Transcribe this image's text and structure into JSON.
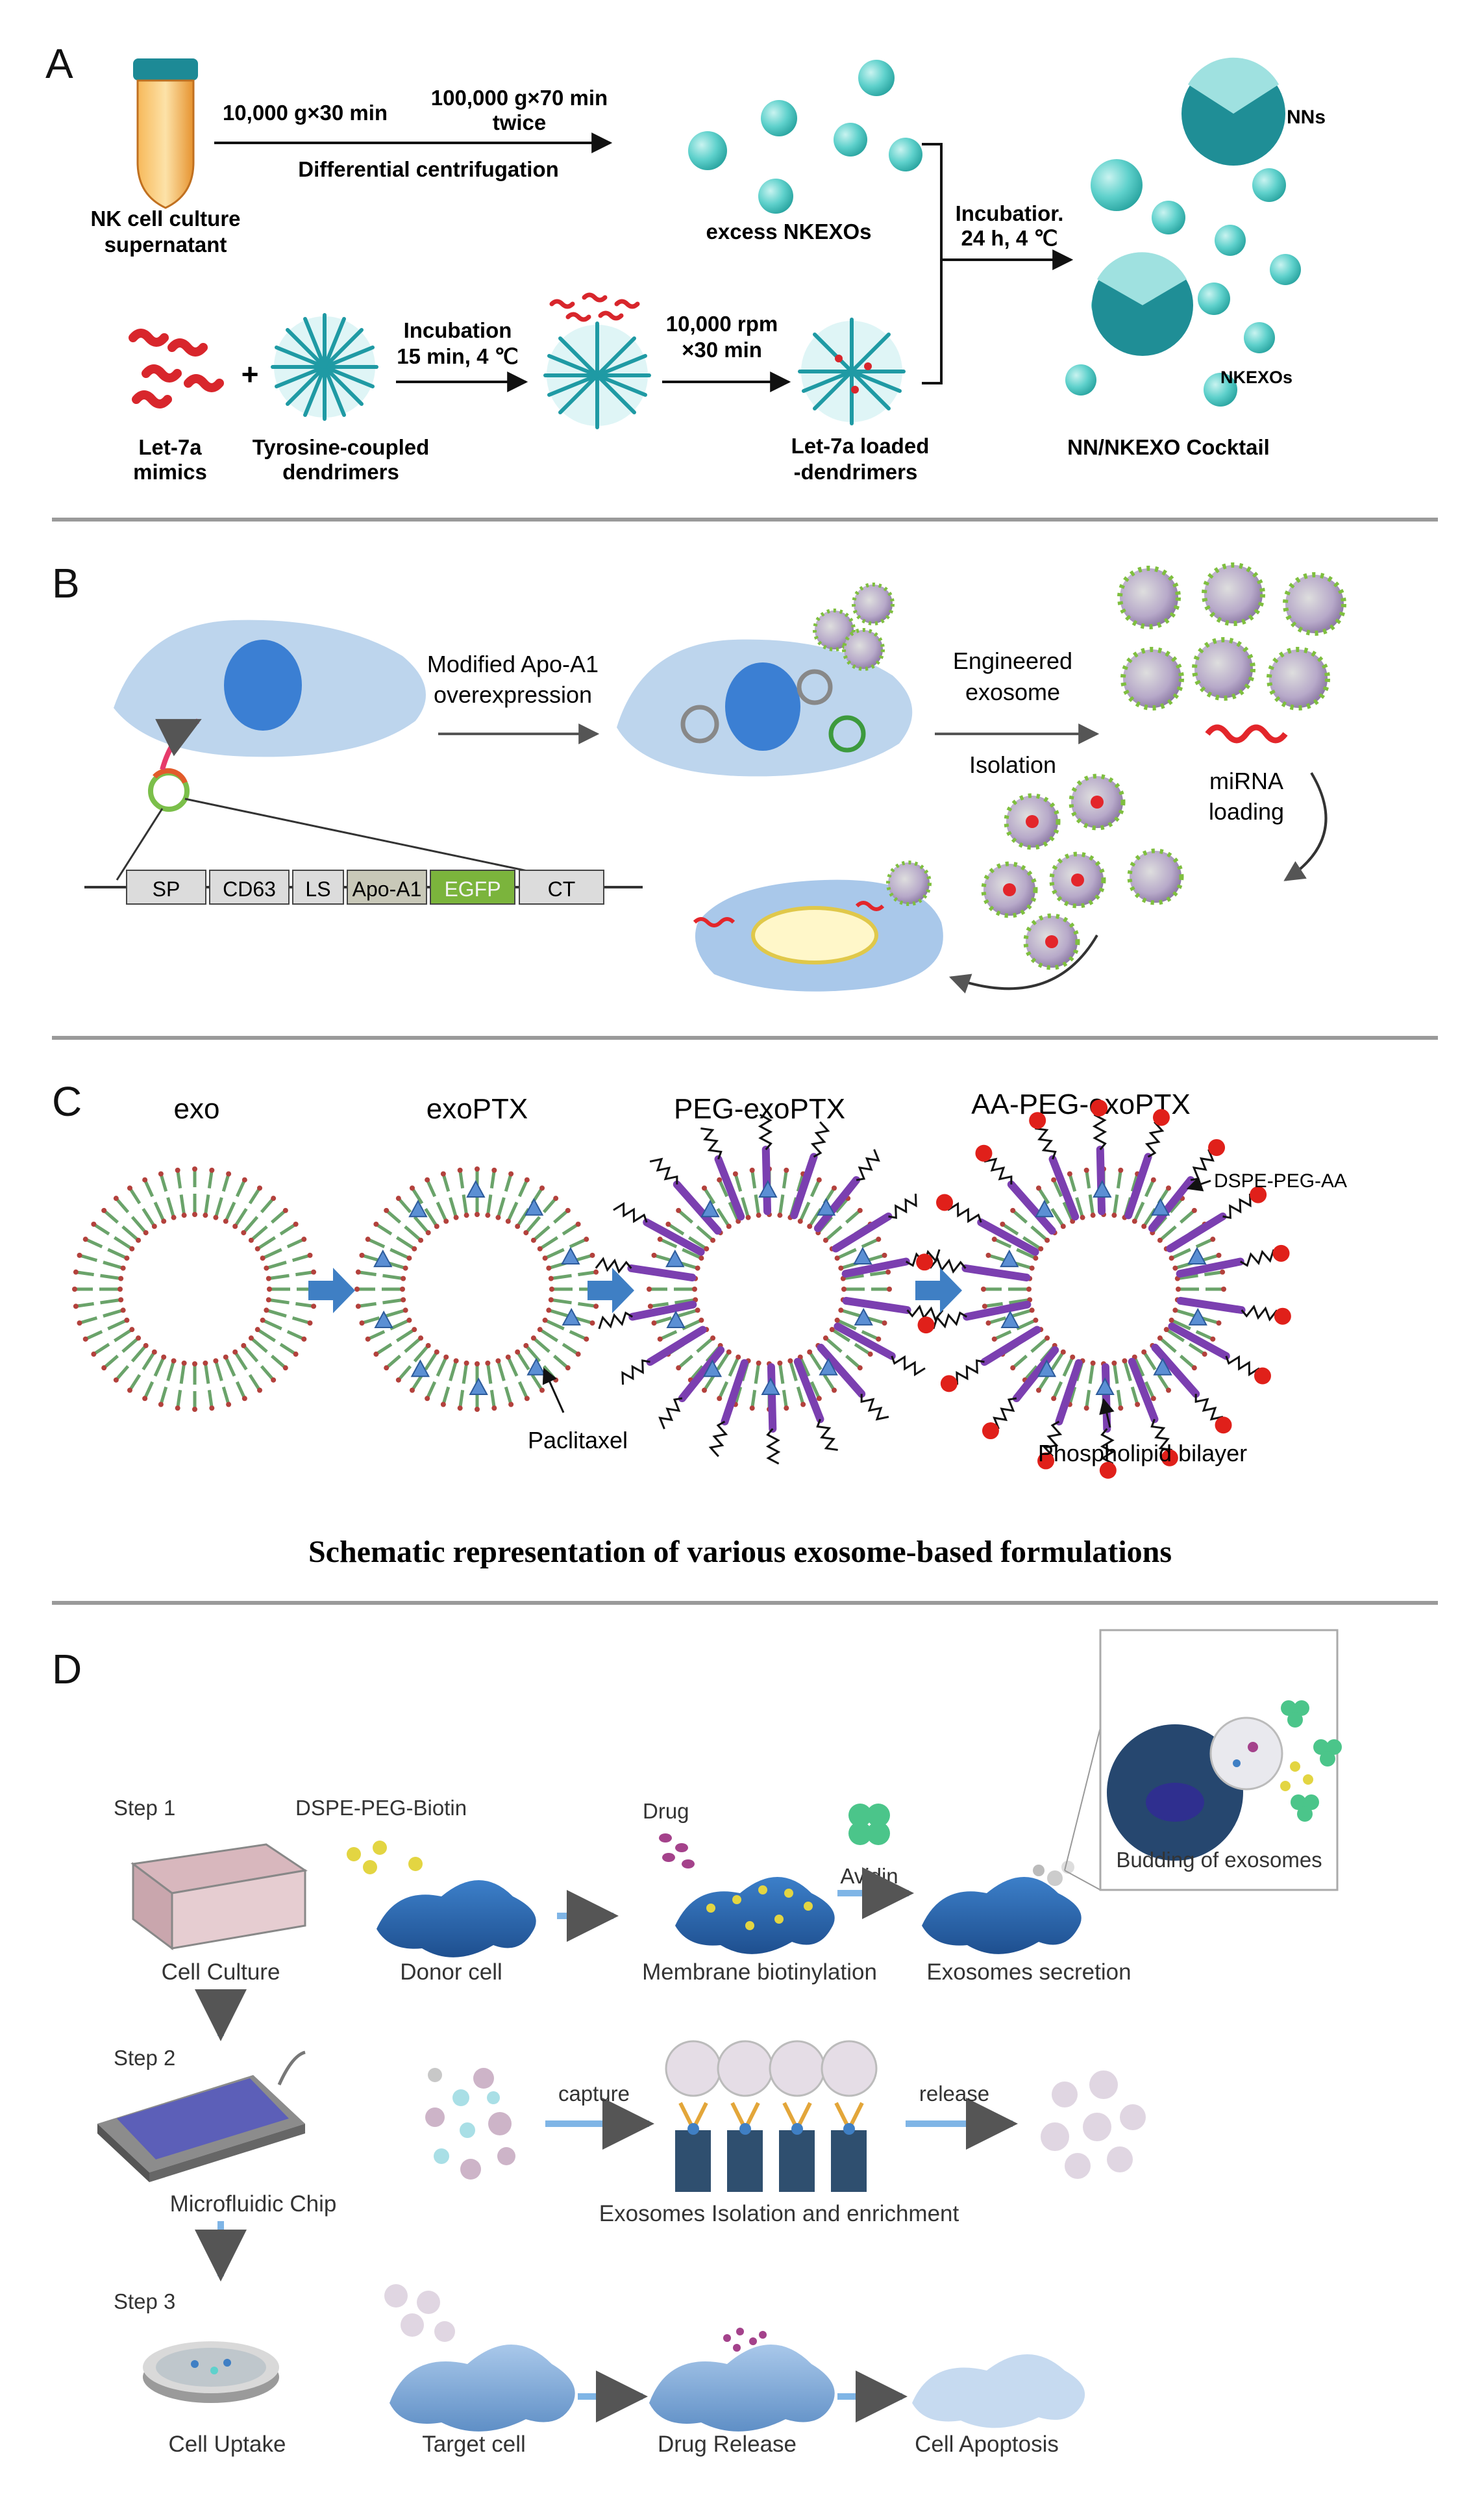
{
  "panels": {
    "a": {
      "letter": "A",
      "step1": "10,000 g×30 min",
      "step2_line1": "100,000 g×70 min",
      "step2_line2": "twice",
      "centrifugation": "Differential centrifugation",
      "nk_line1": "NK cell culture",
      "nk_line2": "supernatant",
      "excess": "excess NKEXOs",
      "let7a_line1": "Let-7a",
      "let7a_line2": "mimics",
      "plus": "+",
      "tyr_line1": "Tyrosine-coupled",
      "tyr_line2": "dendrimers",
      "inc1_line1": "Incubation",
      "inc1_line2": "15 min, 4 ℃",
      "rpm_line1": "10,000 rpm",
      "rpm_line2": "×30 min",
      "loaded_line1": "Let-7a  loaded",
      "loaded_line2": "-dendrimers",
      "inc2_line1": "Incubatior.",
      "inc2_line2": "24 h, 4 ℃",
      "nns": "NNs",
      "nkexos": "NKEXOs",
      "cocktail": "NN/NKEXO Cocktail"
    },
    "b": {
      "letter": "B",
      "mod_line1": "Modified Apo-A1",
      "mod_line2": "overexpression",
      "eng_line1": "Engineered",
      "eng_line2": "exosome",
      "isolation": "Isolation",
      "mirna_line1": "miRNA",
      "mirna_line2": "loading",
      "construct": [
        "SP",
        "CD63",
        "LS",
        "Apo-A1",
        "EGFP",
        "CT"
      ]
    },
    "c": {
      "letter": "C",
      "labels": [
        "exo",
        "exoPTX",
        "PEG-exoPTX",
        "AA-PEG-exoPTX"
      ],
      "paclitaxel": "Paclitaxel",
      "dspe": "DSPE-PEG-AA",
      "bilayer": "Phospholipid bilayer",
      "caption": "Schematic representation of various exosome-based formulations"
    },
    "d": {
      "letter": "D",
      "step1": "Step 1",
      "step2": "Step 2",
      "step3": "Step 3",
      "dspe_biotin": "DSPE-PEG-Biotin",
      "drug": "Drug",
      "avidin": "Avidin",
      "budding": "Budding of exosomes",
      "cell_culture": "Cell Culture",
      "donor_cell": "Donor cell",
      "membrane": "Membrane biotinylation",
      "secretion": "Exosomes secretion",
      "microfluidic": "Microfluidic Chip",
      "capture": "capture",
      "release": "release",
      "isolation": "Exosomes Isolation and enrichment",
      "cell_uptake": "Cell Uptake",
      "target_cell": "Target cell",
      "drug_release": "Drug Release",
      "apoptosis": "Cell Apoptosis"
    }
  },
  "colors": {
    "cyan_exosome": "#5fd1cc",
    "dendrimer": "#2aa9b0",
    "mimic_red": "#d8262c",
    "cell_blue": "#b9d3ec",
    "nucleus_blue": "#3b7fd3",
    "purple_peg": "#7b3fb0",
    "red_aa": "#e0201a",
    "lipid_green": "#6aa36a",
    "arrow_blue": "#3f7fc4",
    "separator": "#9a9a9a"
  }
}
